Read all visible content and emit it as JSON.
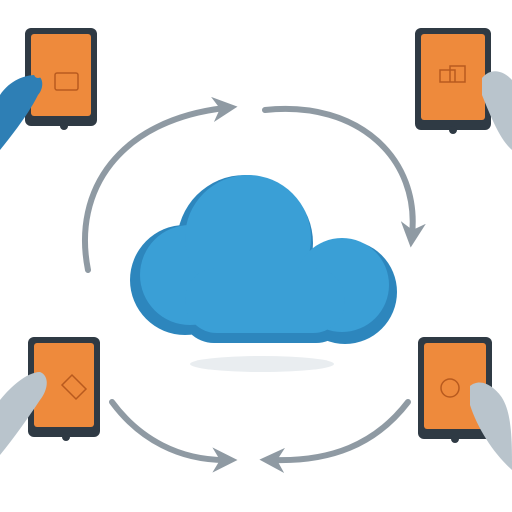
{
  "colors": {
    "background": "#ffffff",
    "cloud_light": "#3a9fd6",
    "cloud_dark": "#2d86bd",
    "cloud_shadow": "#e9edf0",
    "tablet_frame": "#2f3a44",
    "tablet_screen": "#ee8a3c",
    "tablet_screen_edge": "#d9762c",
    "arrow": "#8f9aa3",
    "hand_gray": "#b9c4cc",
    "hand_blue": "#2e7fb5"
  },
  "icons": {
    "cloud": "cloud-icon",
    "tablet": "tablet-icon",
    "arrow": "sync-arrow-icon",
    "hand": "hand-icon"
  },
  "devices": [
    {
      "position": "top-left",
      "hand_color": "blue"
    },
    {
      "position": "top-right",
      "hand_color": "gray"
    },
    {
      "position": "bottom-left",
      "hand_color": "gray"
    },
    {
      "position": "bottom-right",
      "hand_color": "gray"
    }
  ]
}
